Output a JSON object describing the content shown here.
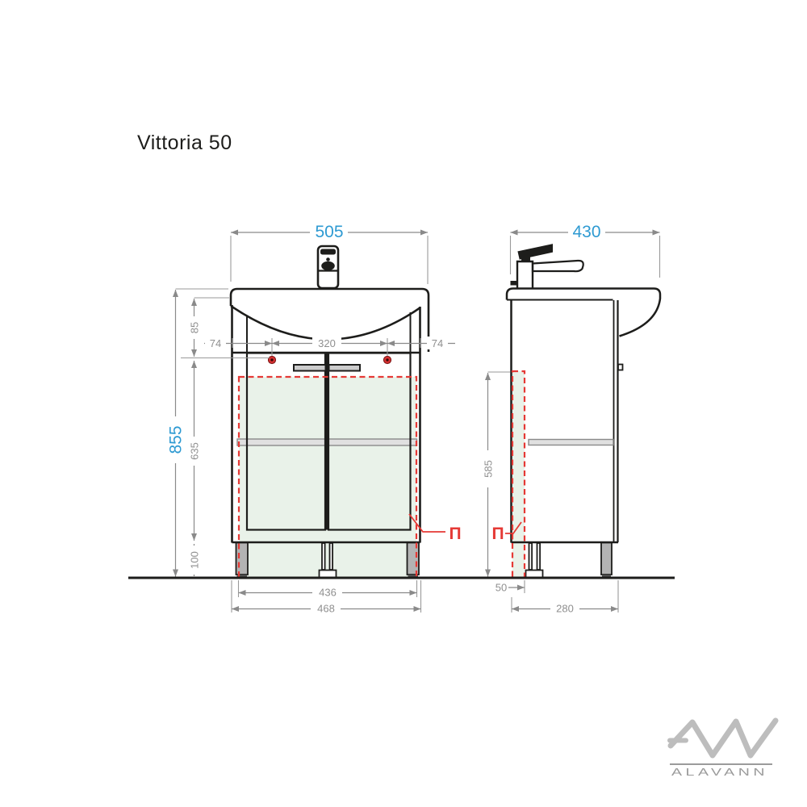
{
  "title": "Vittoria 50",
  "views": {
    "front": {
      "dims": {
        "overall_width": "505",
        "overall_height": "855",
        "top_to_holes": "85",
        "hole_offset_left": "74",
        "holes_span": "320",
        "hole_offset_right": "74",
        "carcass_height": "635",
        "leg_height": "100",
        "feet_span": "436",
        "carcass_width": "468"
      },
      "panel_marker": "П"
    },
    "side": {
      "dims": {
        "overall_depth": "430",
        "carcass_height": "585",
        "back_offset": "50",
        "carcass_depth": "280"
      },
      "panel_marker": "П"
    }
  },
  "logo": {
    "brand_text": "ALAVANN",
    "monogram": "AW"
  },
  "colors": {
    "dimension_accent_blue": "#2e9ad2",
    "annotation_red": "#e53935",
    "highlight_green_fill": "#e9f2e9",
    "drawing_line": "#1d1d1b",
    "dim_line_gray": "#8a8a8a",
    "logo_gray": "#9b9b9b"
  }
}
